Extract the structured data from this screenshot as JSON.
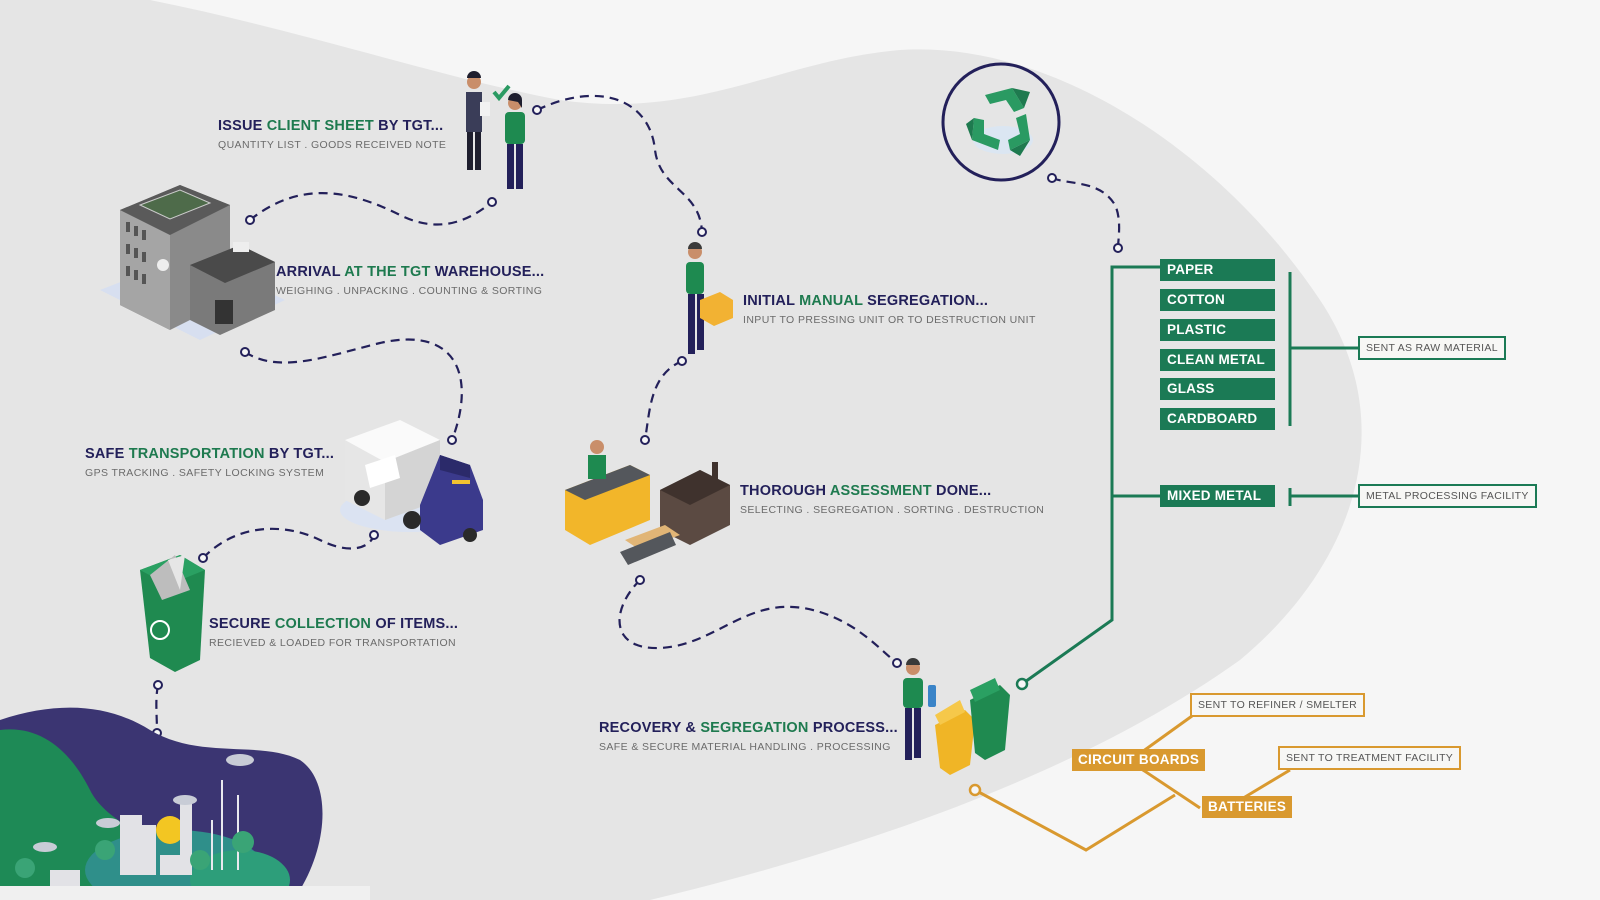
{
  "colors": {
    "navy": "#23205a",
    "green": "#1b7a55",
    "highlight_green": "#1e7a4f",
    "gold": "#d9992f",
    "background": "#f6f6f6",
    "blob": "#e5e5e5"
  },
  "steps": [
    {
      "id": "issue-client-sheet",
      "title_parts": [
        "ISSUE ",
        "CLIENT SHEET",
        " BY TGT..."
      ],
      "subtitle": "QUANTITY LIST  .  GOODS RECEIVED NOTE",
      "illustration": "handshake-people-icon"
    },
    {
      "id": "arrival-warehouse",
      "title_parts": [
        "ARRIVAL ",
        "AT THE TGT",
        " WAREHOUSE..."
      ],
      "subtitle": "WEIGHING  .  UNPACKING  .  COUNTING & SORTING",
      "illustration": "warehouse-building-icon"
    },
    {
      "id": "safe-transportation",
      "title_parts": [
        "SAFE ",
        "TRANSPORTATION",
        " BY TGT..."
      ],
      "subtitle": "GPS TRACKING  .  SAFETY LOCKING SYSTEM",
      "illustration": "truck-icon"
    },
    {
      "id": "secure-collection",
      "title_parts": [
        "SECURE ",
        "COLLECTION",
        " OF ITEMS..."
      ],
      "subtitle": "RECIEVED & LOADED FOR TRANSPORTATION",
      "illustration": "recycle-bin-icon"
    },
    {
      "id": "initial-manual-segregation",
      "title_parts": [
        "INITIAL ",
        "MANUAL",
        " SEGREGATION..."
      ],
      "subtitle": "INPUT TO PRESSING UNIT OR TO DESTRUCTION UNIT",
      "illustration": "worker-with-box-icon"
    },
    {
      "id": "thorough-assessment",
      "title_parts": [
        "THOROUGH ",
        "ASSESSMENT",
        " DONE..."
      ],
      "subtitle": "SELECTING  .  SEGREGATION  .  SORTING  .  DESTRUCTION",
      "illustration": "conveyor-machine-icon"
    },
    {
      "id": "recovery-segregation",
      "title_parts": [
        "RECOVERY & ",
        "SEGREGATION",
        " PROCESS..."
      ],
      "subtitle": "SAFE & SECURE MATERIAL HANDLING  .  PROCESSING",
      "illustration": "worker-with-bins-icon"
    }
  ],
  "raw_materials": {
    "items": [
      "PAPER",
      "COTTON",
      "PLASTIC",
      "CLEAN METAL",
      "GLASS",
      "CARDBOARD"
    ],
    "destination": "SENT AS RAW MATERIAL"
  },
  "mixed_metal": {
    "label": "MIXED METAL",
    "destination": "METAL PROCESSING FACILITY"
  },
  "hazardous": {
    "circuit_boards": {
      "label": "CIRCUIT BOARDS",
      "destination": "SENT TO REFINER / SMELTER"
    },
    "batteries": {
      "label": "BATTERIES",
      "destination": "SENT TO TREATMENT FACILITY"
    }
  },
  "icons": {
    "recycle": "recycle-symbol-icon",
    "city": "green-city-landscape"
  }
}
